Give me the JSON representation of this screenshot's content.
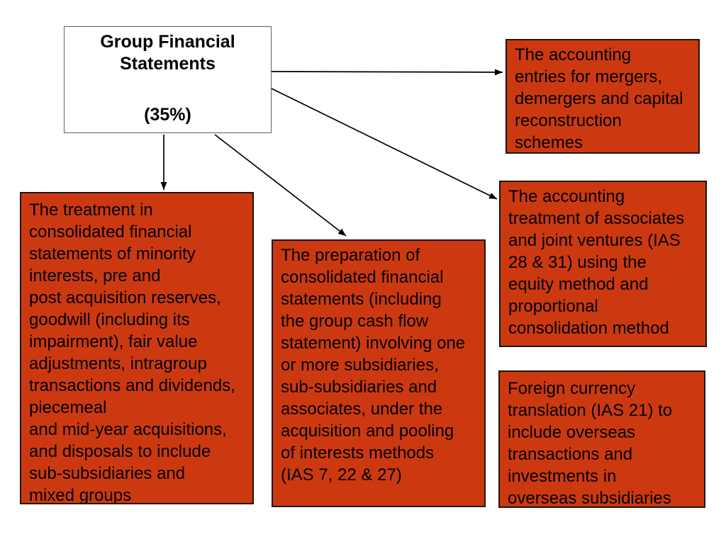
{
  "slide": {
    "background_color": "#ffffff",
    "topic_fill_color": "#cc3911",
    "topic_border_color": "#1f1408",
    "text_color": "#000000",
    "center_node": {
      "title": "Group Financial Statements",
      "weight_label": "(35%)"
    },
    "topics": [
      {
        "id": "merger-entries",
        "text": "The accounting\nentries for mergers,\ndemergers and capital\nreconstruction\nschemes"
      },
      {
        "id": "minority-interests-treatment",
        "text": "The treatment in\nconsolidated financial\nstatements of minority\ninterests, pre and\npost acquisition reserves,\ngoodwill (including its\nimpairment), fair value\nadjustments, intragroup\ntransactions and dividends,\npiecemeal\nand mid-year acquisitions,\nand disposals to include\nsub-subsidiaries and\nmixed groups"
      },
      {
        "id": "consolidated-statements-preparation",
        "text": "The preparation of\nconsolidated financial\nstatements (including\nthe group cash flow\nstatement) involving one\nor more subsidiaries,\nsub-subsidiaries and\nassociates, under the\nacquisition and pooling\nof interests methods\n(IAS 7, 22 & 27)"
      },
      {
        "id": "associates-joint-ventures",
        "text": "The accounting\ntreatment of associates\nand joint ventures (IAS\n28 & 31) using the\nequity method and\nproportional\nconsolidation method"
      },
      {
        "id": "foreign-currency-translation",
        "text": "Foreign currency\ntranslation (IAS 21) to\ninclude overseas\ntransactions and\ninvestments in\noverseas subsidiaries"
      }
    ],
    "connections": [
      {
        "from": "group-financial-statements",
        "to": "merger-entries"
      },
      {
        "from": "group-financial-statements",
        "to": "associates-joint-ventures"
      },
      {
        "from": "group-financial-statements",
        "to": "minority-interests-treatment"
      },
      {
        "from": "group-financial-statements",
        "to": "consolidated-statements-preparation"
      }
    ]
  }
}
